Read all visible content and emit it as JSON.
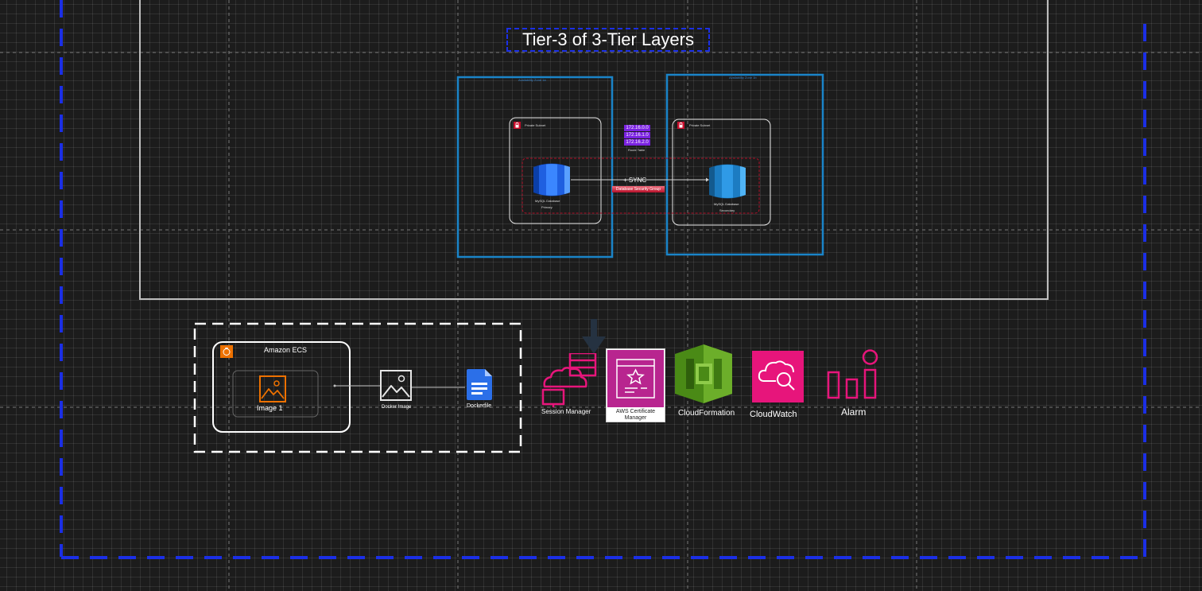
{
  "diagram": {
    "title": "Tier-3 of 3-Tier Layers",
    "availability_zone_label": "Availability Zone 1a",
    "availability_zone_label_2": "Availability Zone 1b",
    "subnet_primary_label": "Private Subnet",
    "subnet_secondary_label": "Private Subnet",
    "route_table": {
      "entries": [
        "172.16.0.0",
        "172.16.1.0",
        "172.16.2.0"
      ],
      "label": "Route Table"
    },
    "sync_label": "SYNC",
    "security_group_label": "Database Security Group",
    "db_primary": {
      "name": "MySQL Database",
      "role": "Primary"
    },
    "db_secondary": {
      "name": "MySQL Database",
      "role": "Secondary"
    },
    "ecs": {
      "title": "Amazon ECS",
      "image_label": "Image 1",
      "docker_image_label": "Docker Image",
      "dockerfile_label": "Dockerfile"
    },
    "services": {
      "session_manager": "Session Manager",
      "acm": "AWS Certificate Manager",
      "cloudformation": "CloudFormation",
      "cloudwatch": "CloudWatch",
      "alarm": "Alarm"
    },
    "colors": {
      "background": "#1c1c1c",
      "vpc_border": "#1b2fe6",
      "az_border": "#1a84c8",
      "security_group": "#c8102e",
      "route_table": "#7a22e0",
      "rds_blue": "#1f6fff",
      "rds_secondary": "#2d8fe0",
      "pink": "#e7157b",
      "acm_magenta": "#b8258f",
      "cloudformation_green": "#5a9e1e",
      "ecs_orange": "#ed7100"
    }
  }
}
